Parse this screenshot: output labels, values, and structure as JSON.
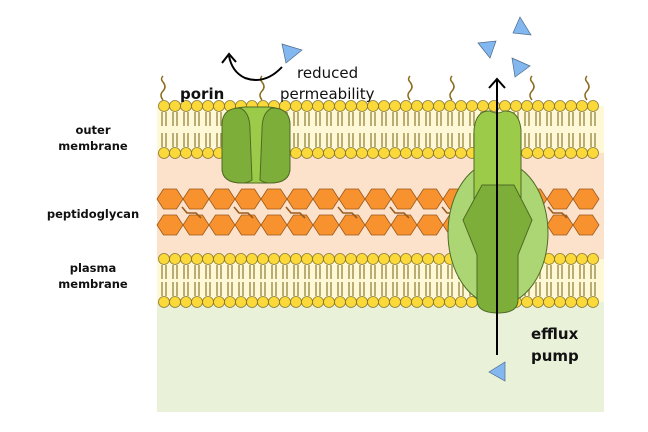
{
  "title": "Antibiotic resistance mechanisms: reduced permeability and efflux pump",
  "labels": {
    "outer_membrane": [
      "outer",
      "membrane"
    ],
    "peptidoglycan": "peptidoglycan",
    "plasma_membrane": [
      "plasma",
      "membrane"
    ],
    "porin": "porin",
    "reduced_permeability": [
      "reduced",
      "permeability"
    ],
    "efflux_pump": [
      "efflux",
      "pump"
    ]
  },
  "colors": {
    "lipid_head": "#fcd93a",
    "lipid_tail": "#a89a5a",
    "membrane_bg": "#fff8d6",
    "periplasm": "#fde2cb",
    "cytoplasm": "#e9f1d9",
    "peptidoglycan": "#f7922f",
    "crosslink": "#9b5a1e",
    "protein_light": "#9ccb4a",
    "protein_dark": "#7dae3a",
    "protein_halo": "#acd673",
    "antibiotic": "#82b7f0",
    "arrow": "#000000"
  }
}
